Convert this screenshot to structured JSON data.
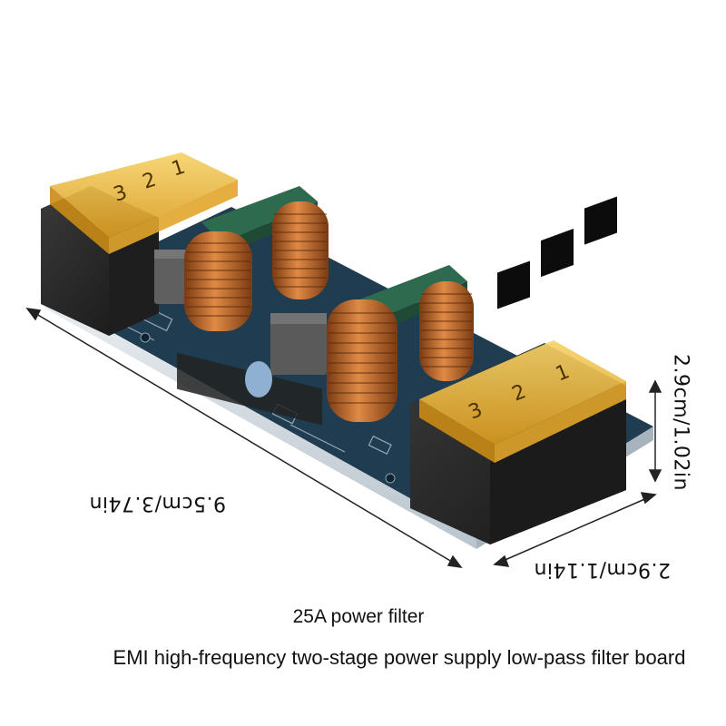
{
  "dimensions": {
    "length": "9.5cm/3.74in",
    "width": "2.9cm/1.14in",
    "height": "2.9cm/1.02in"
  },
  "captions": {
    "title": "25A power filter",
    "description": "EMI high-frequency two-stage power supply low-pass filter board"
  },
  "terminal_labels": {
    "left_block": [
      "3",
      "2",
      "1"
    ],
    "right_block": [
      "1",
      "2",
      "3"
    ]
  },
  "colors": {
    "pcb": "#1e3a4f",
    "fuse_cover": "#e8b23a",
    "terminal": "#2a2a2a",
    "choke_core": "#2e6b4e",
    "copper": "#b8652a",
    "capacitor": "#5f5f5f"
  }
}
